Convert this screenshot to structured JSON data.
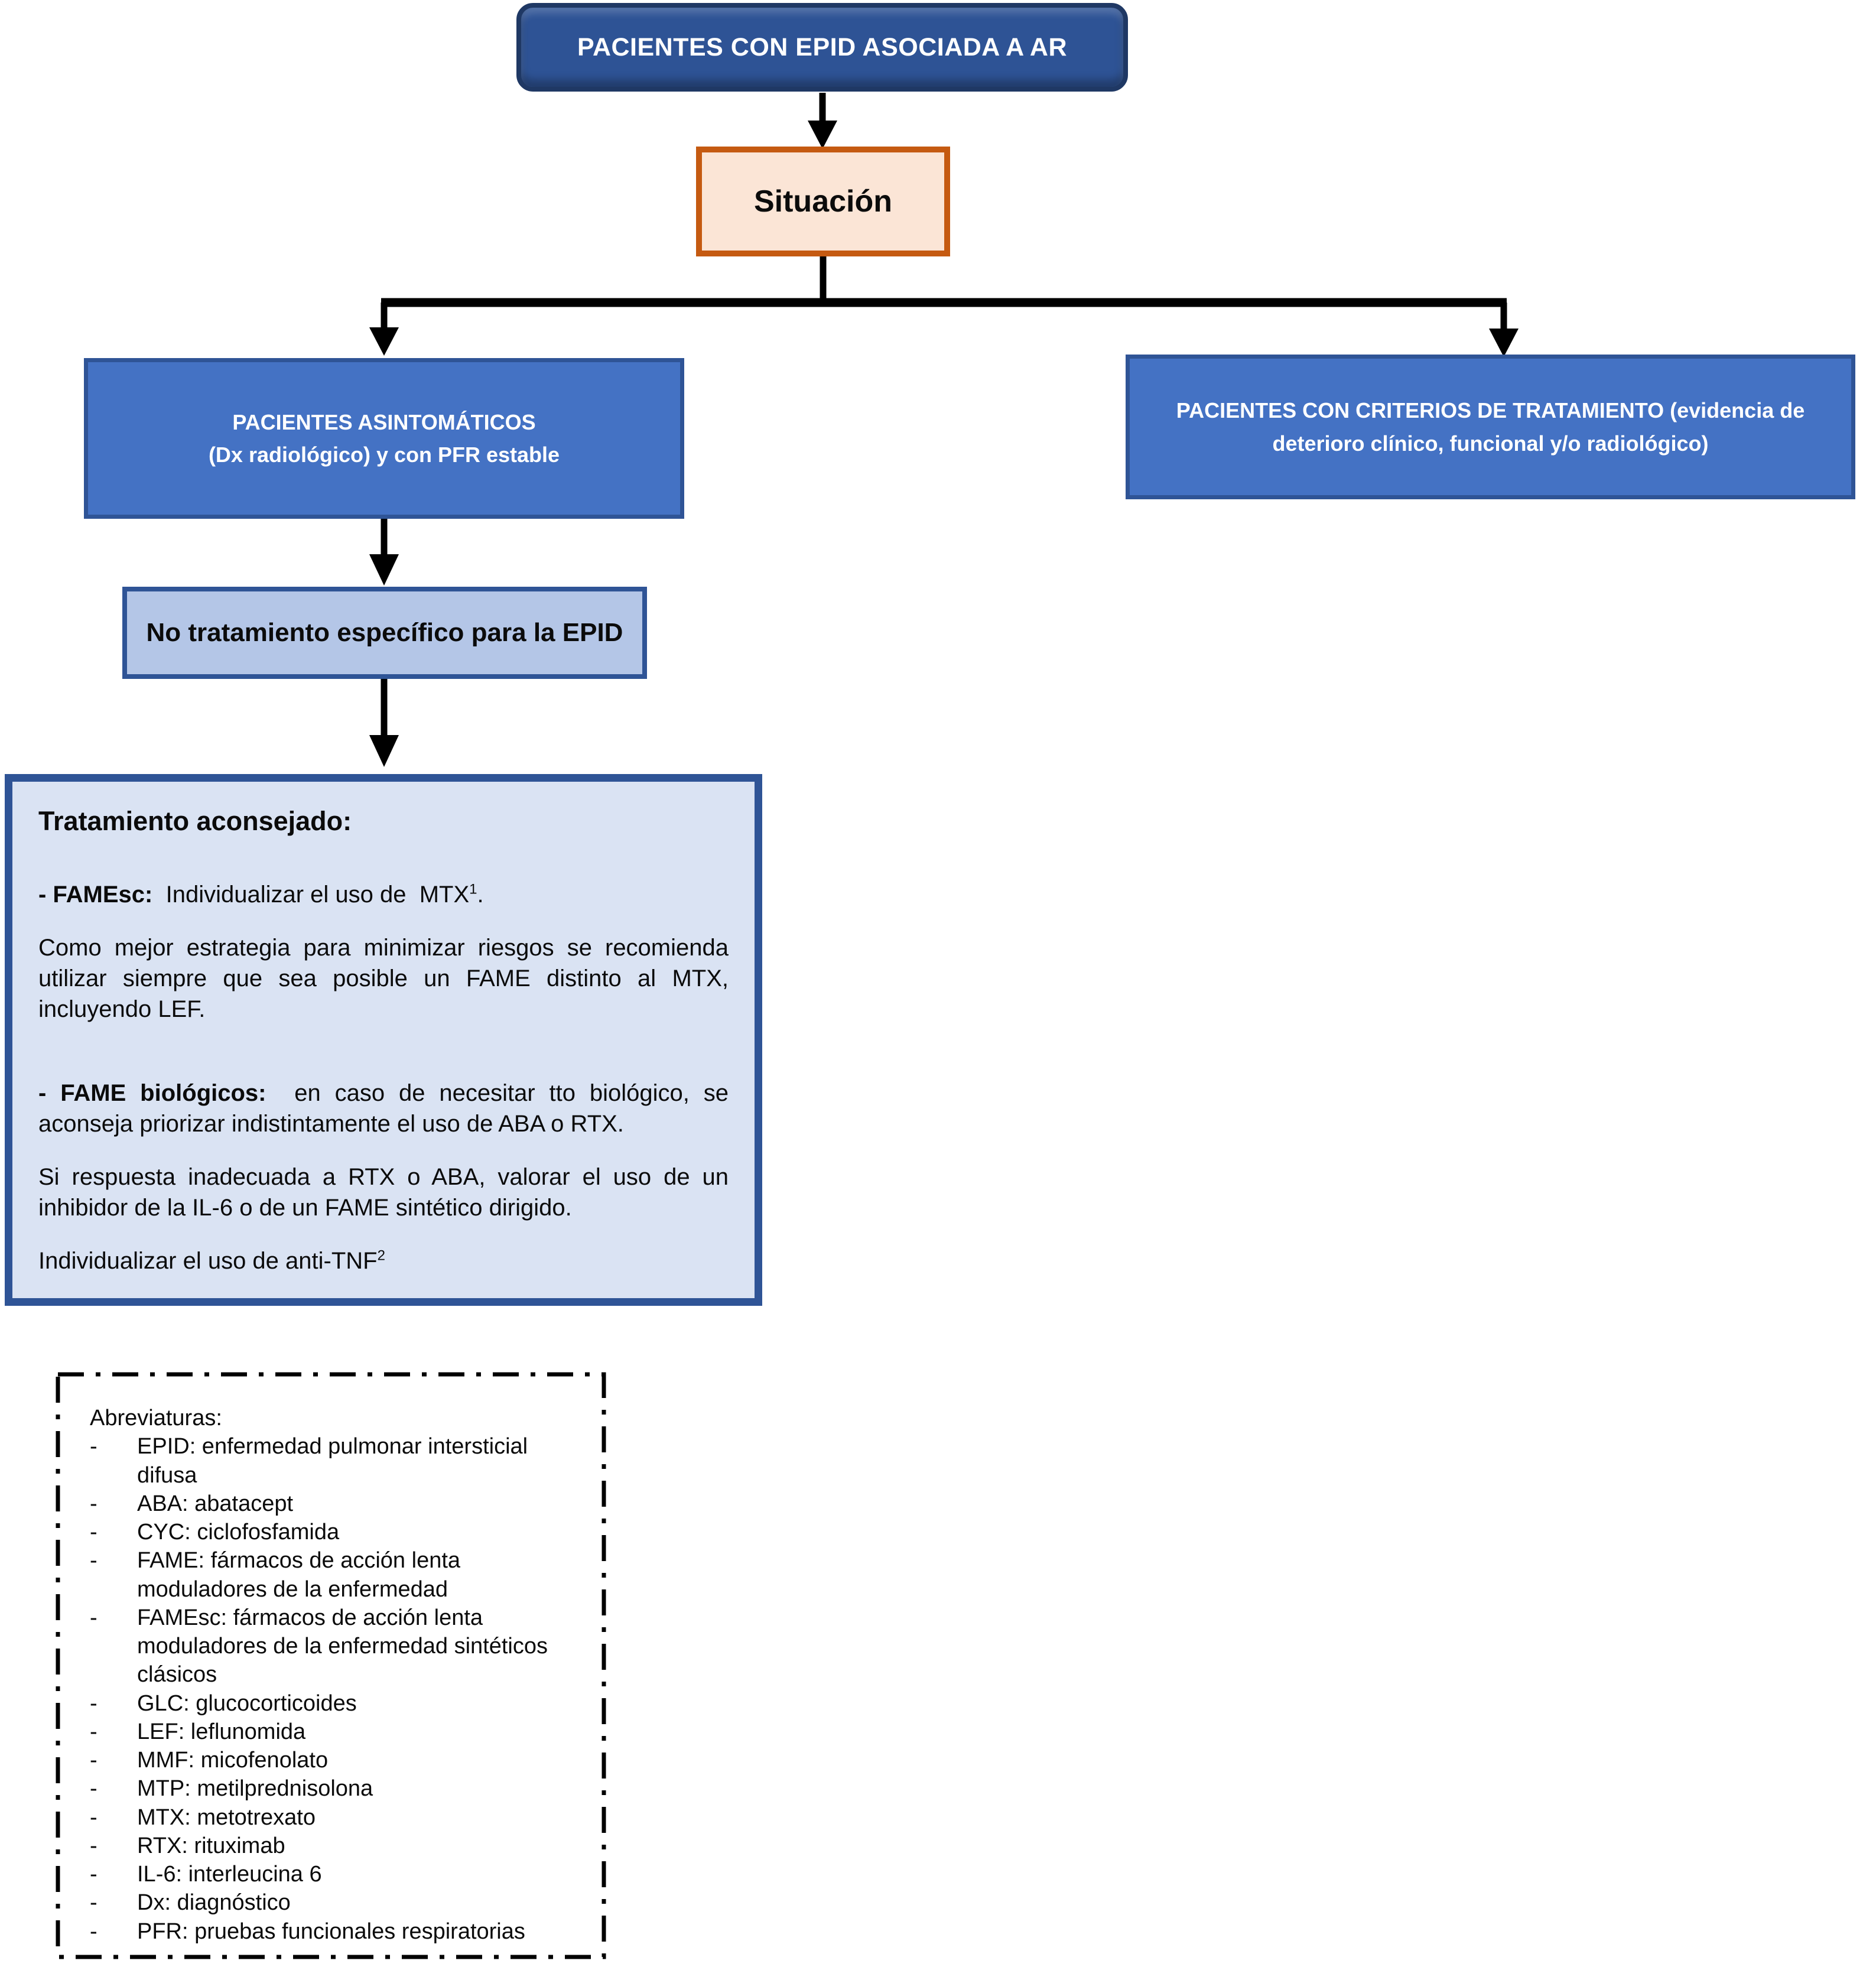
{
  "flowchart": {
    "root": {
      "label": "PACIENTES CON EPID ASOCIADA A AR"
    },
    "situacion": {
      "label": "Situación"
    },
    "left_branch": {
      "line1": "PACIENTES ASINTOMÁTICOS",
      "line2": "(Dx radiológico) y con PFR estable"
    },
    "right_branch": {
      "label": "PACIENTES CON CRITERIOS DE TRATAMIENTO (evidencia de deterioro clínico, funcional y/o radiológico)"
    },
    "no_treatment": {
      "label": "No tratamiento específico para la EPID"
    },
    "treatment": {
      "title": "Tratamiento aconsejado:",
      "famesc_label": "- FAMEsc:",
      "famesc_text": "  Individualizar el uso de  MTX",
      "famesc_sup": "1",
      "famesc_end": ".",
      "strategy_paragraph": "Como mejor estrategia para minimizar riesgos se recomienda utilizar siempre que sea posible un FAME distinto al MTX, incluyendo LEF.",
      "biologics_label": "- FAME biológicos:",
      "biologics_text": "  en caso de necesitar tto biológico, se aconseja priorizar indistintamente el uso de ABA o RTX.",
      "response_paragraph": "Si respuesta inadecuada a RTX o ABA, valorar el uso de un inhibidor de la IL-6 o de un FAME sintético dirigido.",
      "individualize_text": "Individualizar el uso de anti-TNF",
      "individualize_sup": "2"
    },
    "abbreviations": {
      "title": "Abreviaturas:",
      "bullet": "-",
      "items": [
        "EPID: enfermedad pulmonar intersticial difusa",
        "ABA: abatacept",
        "CYC: ciclofosfamida",
        "FAME: fármacos de acción lenta moduladores de la enfermedad",
        "FAMEsc: fármacos de acción lenta moduladores de la enfermedad sintéticos clásicos",
        "GLC: glucocorticoides",
        "LEF: leflunomida",
        "MMF: micofenolato",
        "MTP: metilprednisolona",
        "MTX: metotrexato",
        "RTX: rituximab",
        "IL-6: interleucina 6",
        "Dx:  diagnóstico",
        "PFR: pruebas funcionales respiratorias"
      ]
    }
  },
  "colors": {
    "root_fill": "#2E5395",
    "root_border": "#1F3864",
    "situacion_fill": "#FBE5D6",
    "situacion_border": "#C55A11",
    "branch_fill": "#4472C4",
    "branch_border": "#2F5496",
    "note_fill": "#B4C6E7",
    "note_border": "#2F5496",
    "panel_fill": "#DAE3F3",
    "panel_border": "#2F5496",
    "connector": "#000000"
  }
}
